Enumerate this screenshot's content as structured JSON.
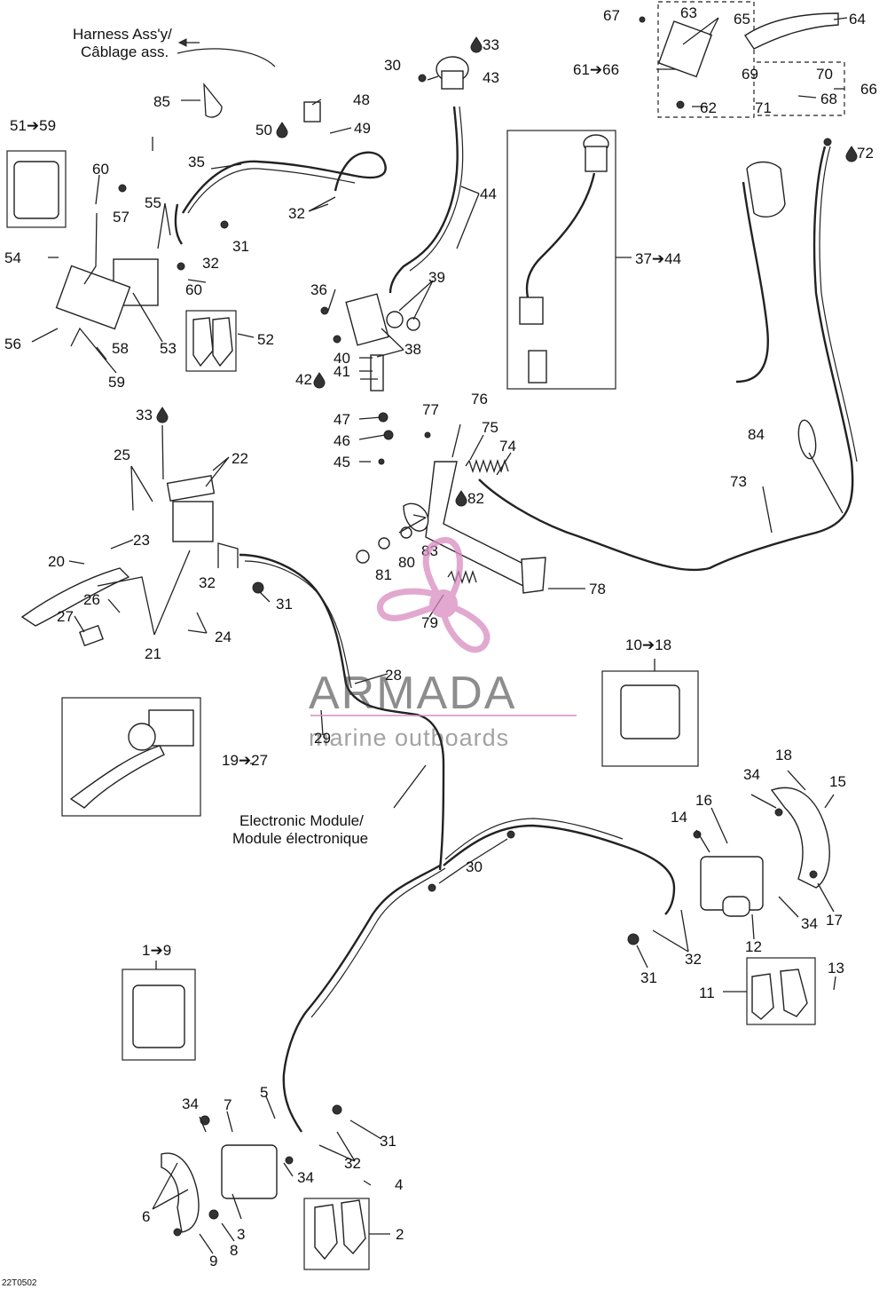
{
  "diagram": {
    "drawing_code": "22T0502",
    "callouts": [
      {
        "id": "1-9",
        "text": "1➔9"
      },
      {
        "id": "2",
        "text": "2"
      },
      {
        "id": "3",
        "text": "3"
      },
      {
        "id": "4",
        "text": "4"
      },
      {
        "id": "5",
        "text": "5"
      },
      {
        "id": "6",
        "text": "6"
      },
      {
        "id": "7",
        "text": "7"
      },
      {
        "id": "8",
        "text": "8"
      },
      {
        "id": "9",
        "text": "9"
      },
      {
        "id": "10-18",
        "text": "10➔18"
      },
      {
        "id": "11",
        "text": "11"
      },
      {
        "id": "12",
        "text": "12"
      },
      {
        "id": "13",
        "text": "13"
      },
      {
        "id": "14",
        "text": "14"
      },
      {
        "id": "15",
        "text": "15"
      },
      {
        "id": "16",
        "text": "16"
      },
      {
        "id": "17",
        "text": "17"
      },
      {
        "id": "18",
        "text": "18"
      },
      {
        "id": "19-27",
        "text": "19➔27"
      },
      {
        "id": "20",
        "text": "20"
      },
      {
        "id": "21",
        "text": "21"
      },
      {
        "id": "22",
        "text": "22"
      },
      {
        "id": "23",
        "text": "23"
      },
      {
        "id": "24",
        "text": "24"
      },
      {
        "id": "25",
        "text": "25"
      },
      {
        "id": "26",
        "text": "26"
      },
      {
        "id": "27",
        "text": "27"
      },
      {
        "id": "28",
        "text": "28"
      },
      {
        "id": "29",
        "text": "29"
      },
      {
        "id": "30a",
        "text": "30"
      },
      {
        "id": "30b",
        "text": "30"
      },
      {
        "id": "31a",
        "text": "31"
      },
      {
        "id": "31b",
        "text": "31"
      },
      {
        "id": "31c",
        "text": "31"
      },
      {
        "id": "31d",
        "text": "31"
      },
      {
        "id": "32a",
        "text": "32"
      },
      {
        "id": "32b",
        "text": "32"
      },
      {
        "id": "32c",
        "text": "32"
      },
      {
        "id": "32d",
        "text": "32"
      },
      {
        "id": "32e",
        "text": "32"
      },
      {
        "id": "33a",
        "text": "33"
      },
      {
        "id": "33b",
        "text": "33"
      },
      {
        "id": "34a",
        "text": "34"
      },
      {
        "id": "34b",
        "text": "34"
      },
      {
        "id": "34c",
        "text": "34"
      },
      {
        "id": "34d",
        "text": "34"
      },
      {
        "id": "35",
        "text": "35"
      },
      {
        "id": "36",
        "text": "36"
      },
      {
        "id": "37-44",
        "text": "37➔44"
      },
      {
        "id": "38",
        "text": "38"
      },
      {
        "id": "39",
        "text": "39"
      },
      {
        "id": "40",
        "text": "40"
      },
      {
        "id": "41",
        "text": "41"
      },
      {
        "id": "42",
        "text": "42"
      },
      {
        "id": "43",
        "text": "43"
      },
      {
        "id": "44",
        "text": "44"
      },
      {
        "id": "45",
        "text": "45"
      },
      {
        "id": "46",
        "text": "46"
      },
      {
        "id": "47",
        "text": "47"
      },
      {
        "id": "48",
        "text": "48"
      },
      {
        "id": "49",
        "text": "49"
      },
      {
        "id": "50",
        "text": "50"
      },
      {
        "id": "51-59",
        "text": "51➔59"
      },
      {
        "id": "52",
        "text": "52"
      },
      {
        "id": "53",
        "text": "53"
      },
      {
        "id": "54",
        "text": "54"
      },
      {
        "id": "55",
        "text": "55"
      },
      {
        "id": "56",
        "text": "56"
      },
      {
        "id": "57",
        "text": "57"
      },
      {
        "id": "58",
        "text": "58"
      },
      {
        "id": "59",
        "text": "59"
      },
      {
        "id": "60a",
        "text": "60"
      },
      {
        "id": "60b",
        "text": "60"
      },
      {
        "id": "61-66",
        "text": "61➔66"
      },
      {
        "id": "62",
        "text": "62"
      },
      {
        "id": "63",
        "text": "63"
      },
      {
        "id": "64",
        "text": "64"
      },
      {
        "id": "65",
        "text": "65"
      },
      {
        "id": "66",
        "text": "66"
      },
      {
        "id": "67",
        "text": "67"
      },
      {
        "id": "68",
        "text": "68"
      },
      {
        "id": "69",
        "text": "69"
      },
      {
        "id": "70",
        "text": "70"
      },
      {
        "id": "71",
        "text": "71"
      },
      {
        "id": "72",
        "text": "72"
      },
      {
        "id": "73",
        "text": "73"
      },
      {
        "id": "74",
        "text": "74"
      },
      {
        "id": "75",
        "text": "75"
      },
      {
        "id": "76",
        "text": "76"
      },
      {
        "id": "77",
        "text": "77"
      },
      {
        "id": "78",
        "text": "78"
      },
      {
        "id": "79",
        "text": "79"
      },
      {
        "id": "80",
        "text": "80"
      },
      {
        "id": "81",
        "text": "81"
      },
      {
        "id": "82",
        "text": "82"
      },
      {
        "id": "83",
        "text": "83"
      },
      {
        "id": "84",
        "text": "84"
      },
      {
        "id": "85",
        "text": "85"
      }
    ],
    "notes": {
      "harness_line1": "Harness Ass'y/",
      "harness_line2": "Câblage ass.",
      "module_line1": "Electronic Module/",
      "module_line2": "Module électronique"
    },
    "watermark": {
      "brand": "ARMADA",
      "tagline": "marine outboards",
      "color": "#d98bbf"
    }
  }
}
